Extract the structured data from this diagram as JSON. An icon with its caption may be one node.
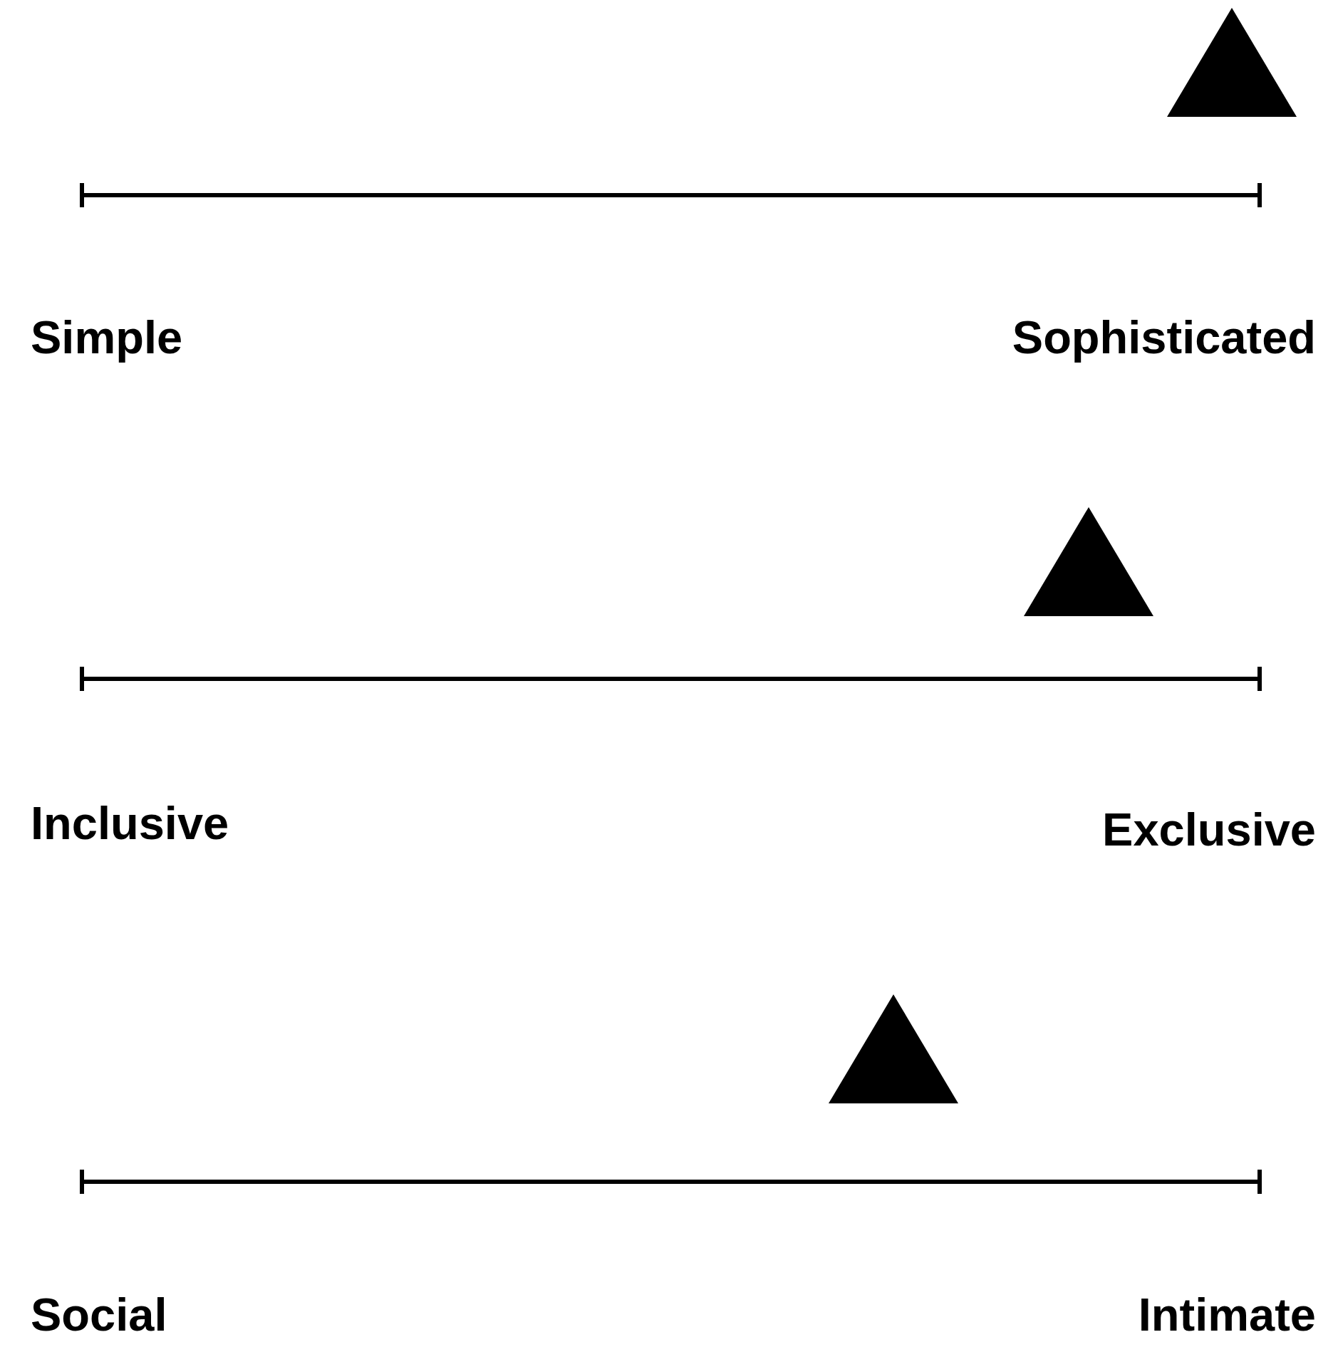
{
  "diagram": {
    "labels": [
      "Simple",
      "Sophisticated",
      "Inclusive",
      "Exclusive",
      "Social",
      "Intimate"
    ]
  }
}
